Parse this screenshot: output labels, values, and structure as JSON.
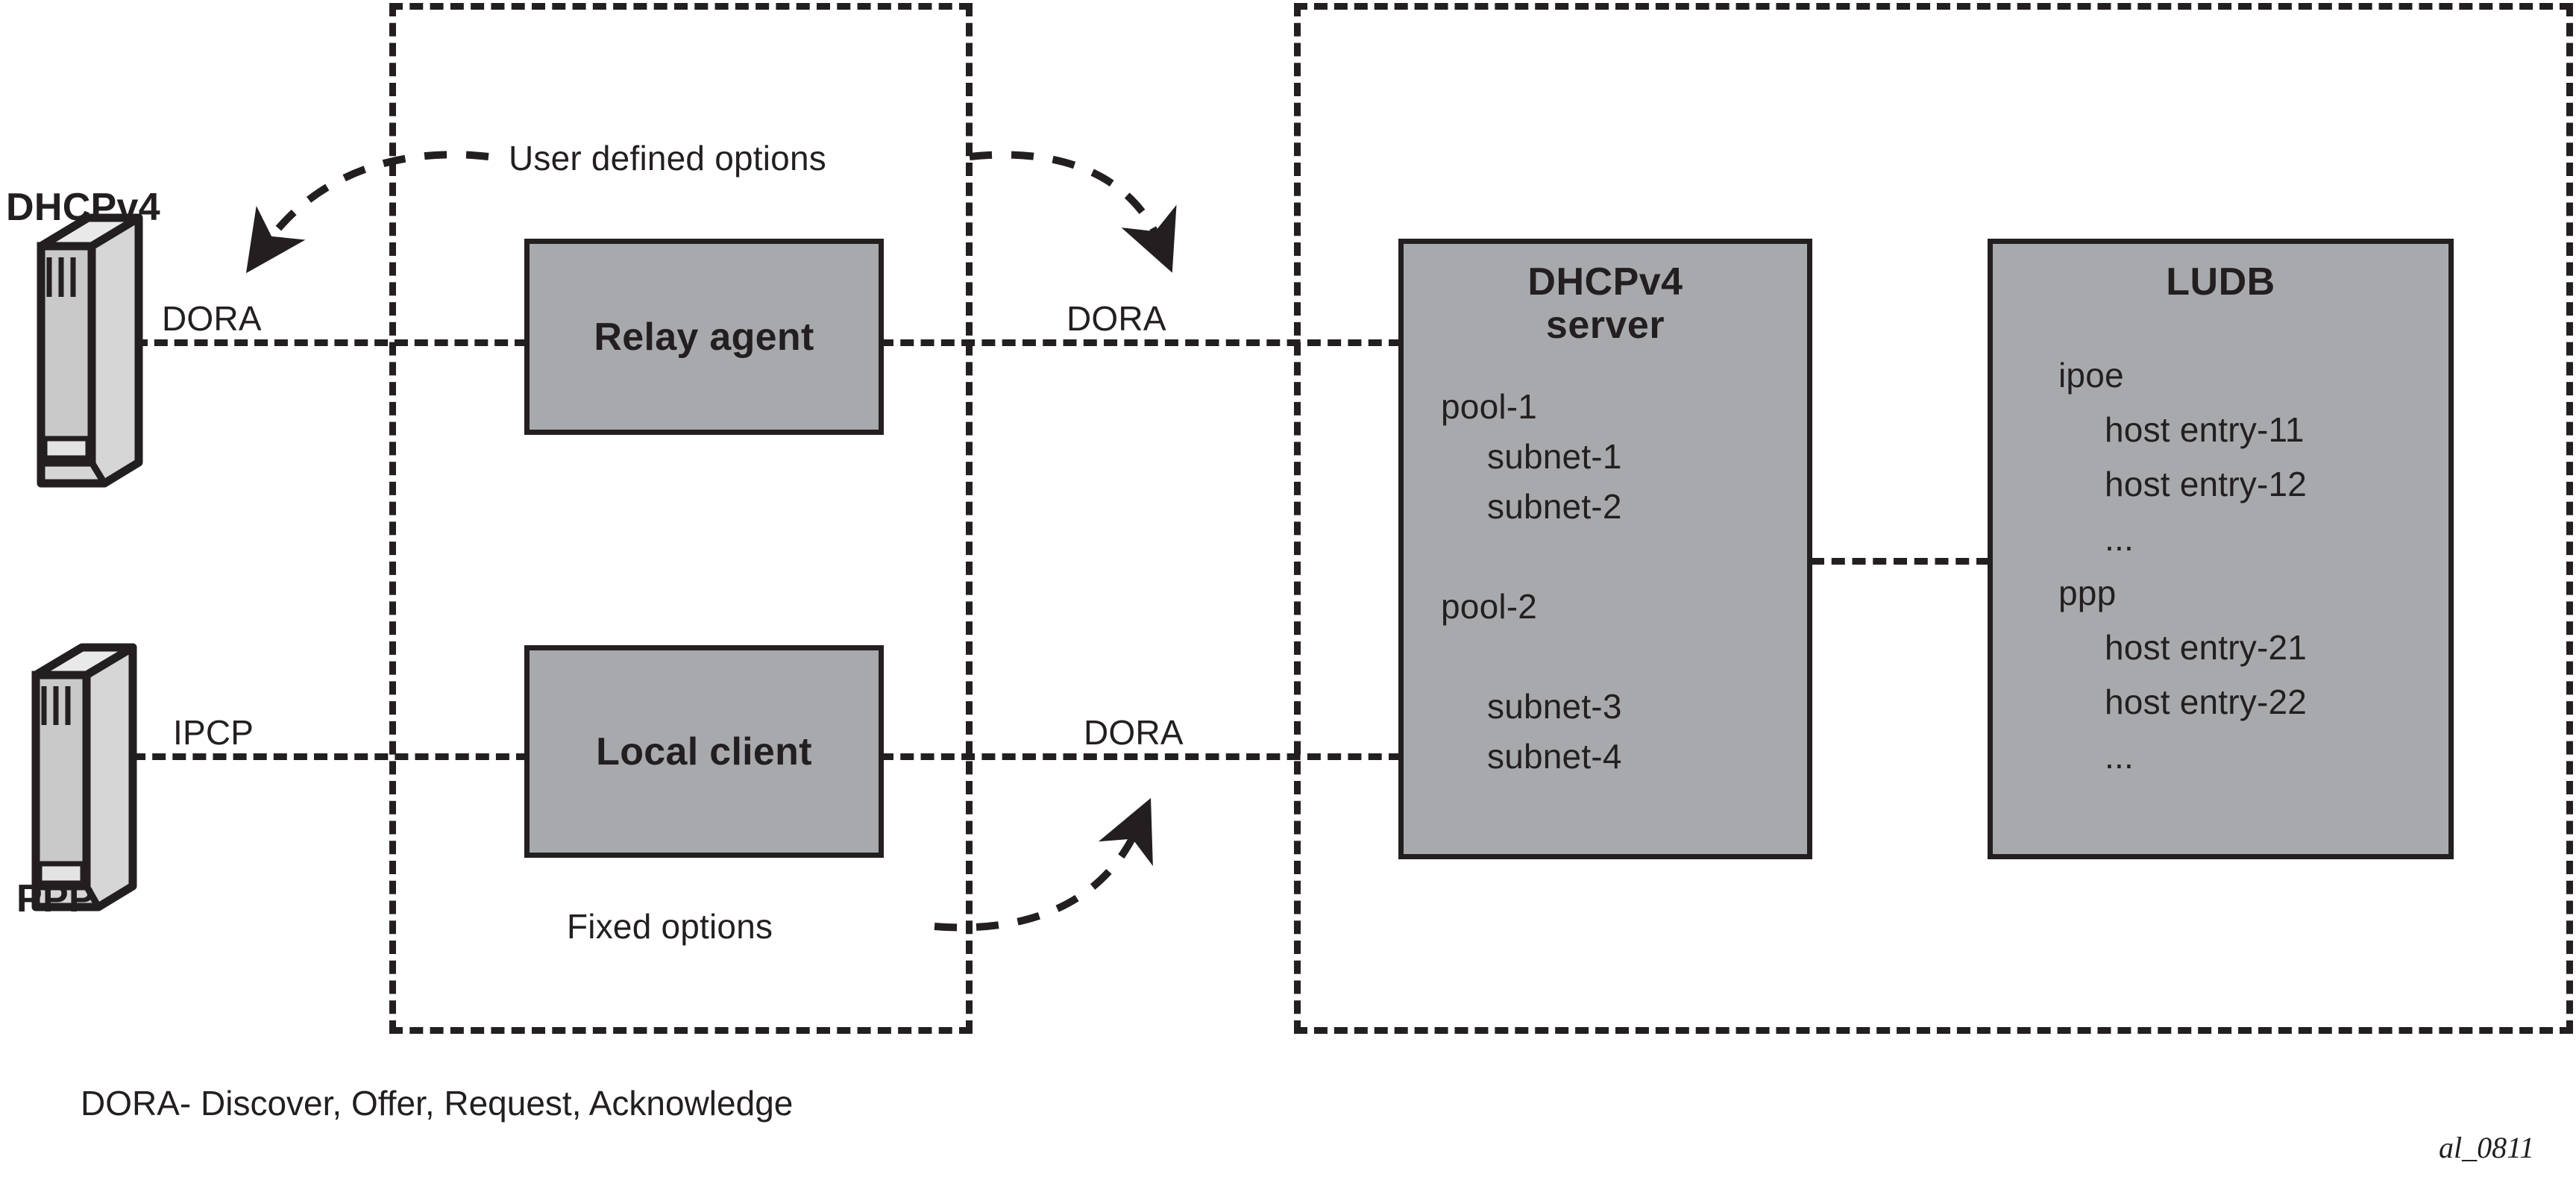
{
  "diagram": {
    "figure_id": "al_0811",
    "caption": "DORA- Discover, Offer, Request, Acknowledge",
    "colors": {
      "box_fill": "#a8a9ad",
      "stroke": "#231f20",
      "background": "#ffffff"
    }
  },
  "clients": {
    "dhcpv4": {
      "label": "DHCPv4",
      "link_label": "DORA"
    },
    "ppp": {
      "label": "PPP",
      "link_label": "IPCP"
    }
  },
  "nodes": {
    "relay_agent": {
      "title": "Relay agent"
    },
    "local_client": {
      "title": "Local client"
    },
    "dhcpv4_server": {
      "title_line1": "DHCPv4",
      "title_line2": "server",
      "entries": [
        {
          "text": "pool-1",
          "indent": 0
        },
        {
          "text": "subnet-1",
          "indent": 1
        },
        {
          "text": "subnet-2",
          "indent": 1
        },
        {
          "text": "",
          "indent": 0
        },
        {
          "text": "pool-2",
          "indent": 0
        },
        {
          "text": "",
          "indent": 0
        },
        {
          "text": "subnet-3",
          "indent": 1
        },
        {
          "text": "subnet-4",
          "indent": 1
        }
      ]
    },
    "ludb": {
      "title": "LUDB",
      "entries": [
        {
          "text": "ipoe",
          "indent": 0
        },
        {
          "text": "host entry-11",
          "indent": 1
        },
        {
          "text": "host entry-12",
          "indent": 1
        },
        {
          "text": "...",
          "indent": 1
        },
        {
          "text": "ppp",
          "indent": 0
        },
        {
          "text": "host entry-21",
          "indent": 1
        },
        {
          "text": "host entry-22",
          "indent": 1
        },
        {
          "text": "...",
          "indent": 1
        }
      ]
    }
  },
  "links": {
    "relay_to_server": "DORA",
    "local_to_server": "DORA"
  },
  "annotations": {
    "user_defined_options": "User defined options",
    "fixed_options": "Fixed options"
  }
}
